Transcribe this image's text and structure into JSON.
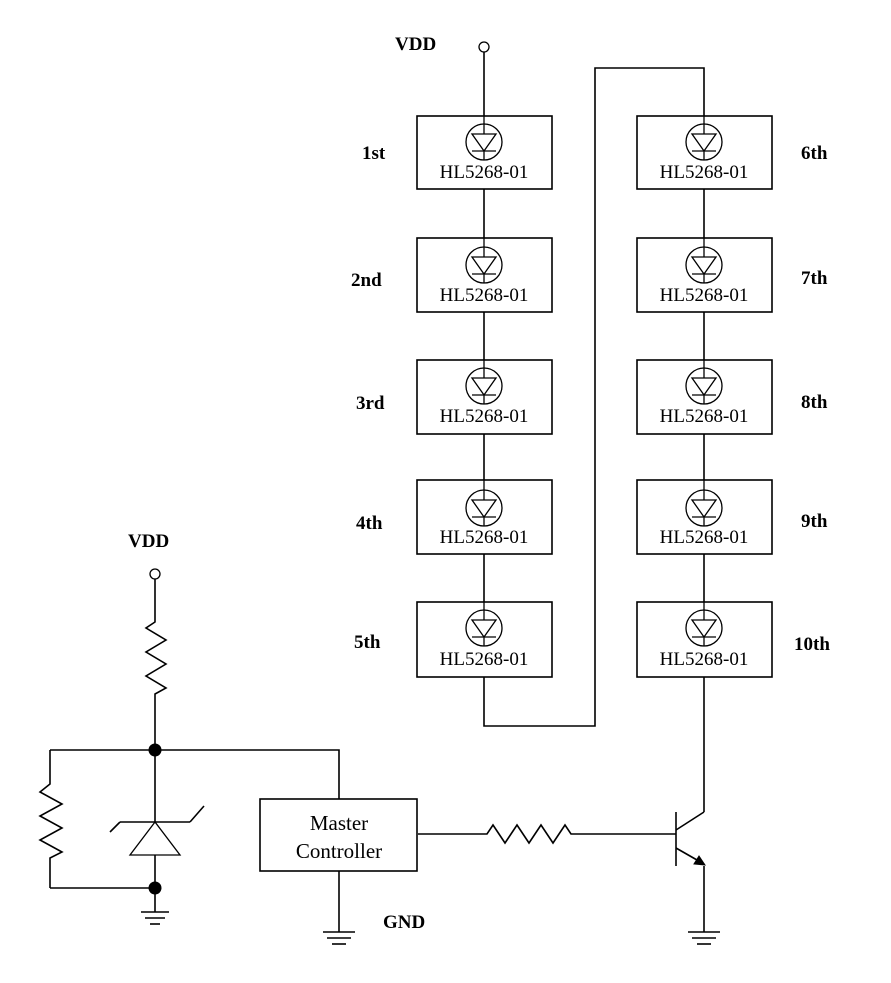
{
  "labels": {
    "vdd_top": "VDD",
    "vdd_left": "VDD",
    "gnd": "GND",
    "controller_line1": "Master",
    "controller_line2": "Controller"
  },
  "left_column": [
    {
      "order": "1st",
      "part": "HL5268-01"
    },
    {
      "order": "2nd",
      "part": "HL5268-01"
    },
    {
      "order": "3rd",
      "part": "HL5268-01"
    },
    {
      "order": "4th",
      "part": "HL5268-01"
    },
    {
      "order": "5th",
      "part": "HL5268-01"
    }
  ],
  "right_column": [
    {
      "order": "6th",
      "part": "HL5268-01"
    },
    {
      "order": "7th",
      "part": "HL5268-01"
    },
    {
      "order": "8th",
      "part": "HL5268-01"
    },
    {
      "order": "9th",
      "part": "HL5268-01"
    },
    {
      "order": "10th",
      "part": "HL5268-01"
    }
  ]
}
